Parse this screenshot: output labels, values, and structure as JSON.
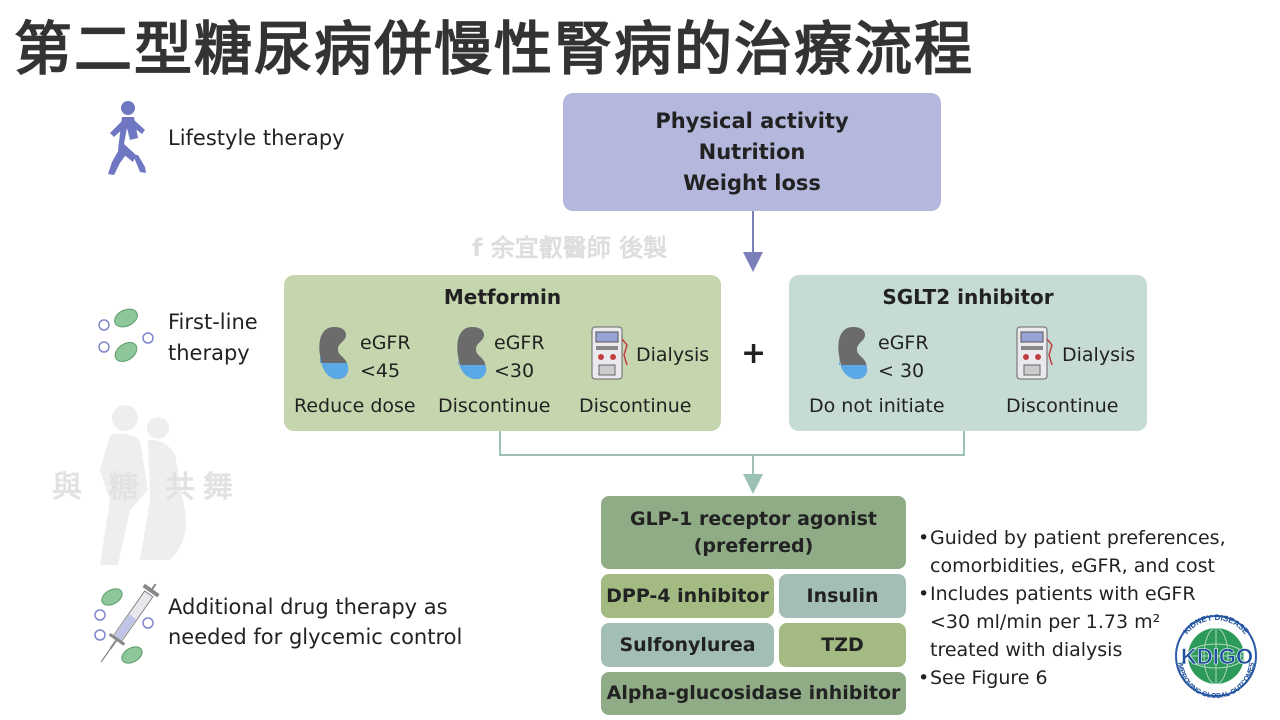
{
  "title": "第二型糖尿病併慢性腎病的治療流程",
  "watermark": "f 余宜叡醫師 後製",
  "background_text": "與 糖 共舞",
  "rows": {
    "lifestyle_label": "Lifestyle therapy",
    "firstline_label_1": "First-line",
    "firstline_label_2": "therapy",
    "additional_label_1": "Additional drug therapy as",
    "additional_label_2": "needed for glycemic control"
  },
  "lifestyle_box": {
    "line1": "Physical activity",
    "line2": "Nutrition",
    "line3": "Weight loss"
  },
  "metformin": {
    "title": "Metformin",
    "col1_egfr": "eGFR",
    "col1_value": "<45",
    "col1_caption": "Reduce dose",
    "col2_egfr": "eGFR",
    "col2_value": "<30",
    "col2_caption": "Discontinue",
    "col3_label": "Dialysis",
    "col3_caption": "Discontinue"
  },
  "plus": "+",
  "sglt2": {
    "title": "SGLT2 inhibitor",
    "col1_egfr": "eGFR",
    "col1_value": "< 30",
    "col1_caption": "Do not initiate",
    "col2_label": "Dialysis",
    "col2_caption": "Discontinue"
  },
  "additional": {
    "glp1_line1": "GLP-1 receptor agonist",
    "glp1_line2": "(preferred)",
    "dpp4": "DPP-4 inhibitor",
    "insulin": "Insulin",
    "sulfonylurea": "Sulfonylurea",
    "tzd": "TZD",
    "alpha": "Alpha-glucosidase inhibitor"
  },
  "bullets": {
    "b1_line1": "Guided by patient preferences,",
    "b1_line2": "comorbidities, eGFR, and cost",
    "b2_line1": "Includes patients with eGFR",
    "b2_line2": "<30 ml/min per 1.73 m²",
    "b2_line3": "treated with dialysis",
    "b3": "See Figure 6"
  },
  "logo": {
    "text": "KDIGO",
    "ring_top": "KIDNEY DISEASE",
    "ring_bottom": "IMPROVING GLOBAL OUTCOMES"
  },
  "colors": {
    "lifestyle": "#b4b8dc",
    "metformin": "#c5d6ae",
    "sglt2": "#c7dbd5",
    "glp1": "#8fac86",
    "connector": "#9cc0b2",
    "arrow_purple": "#7c80b8"
  }
}
